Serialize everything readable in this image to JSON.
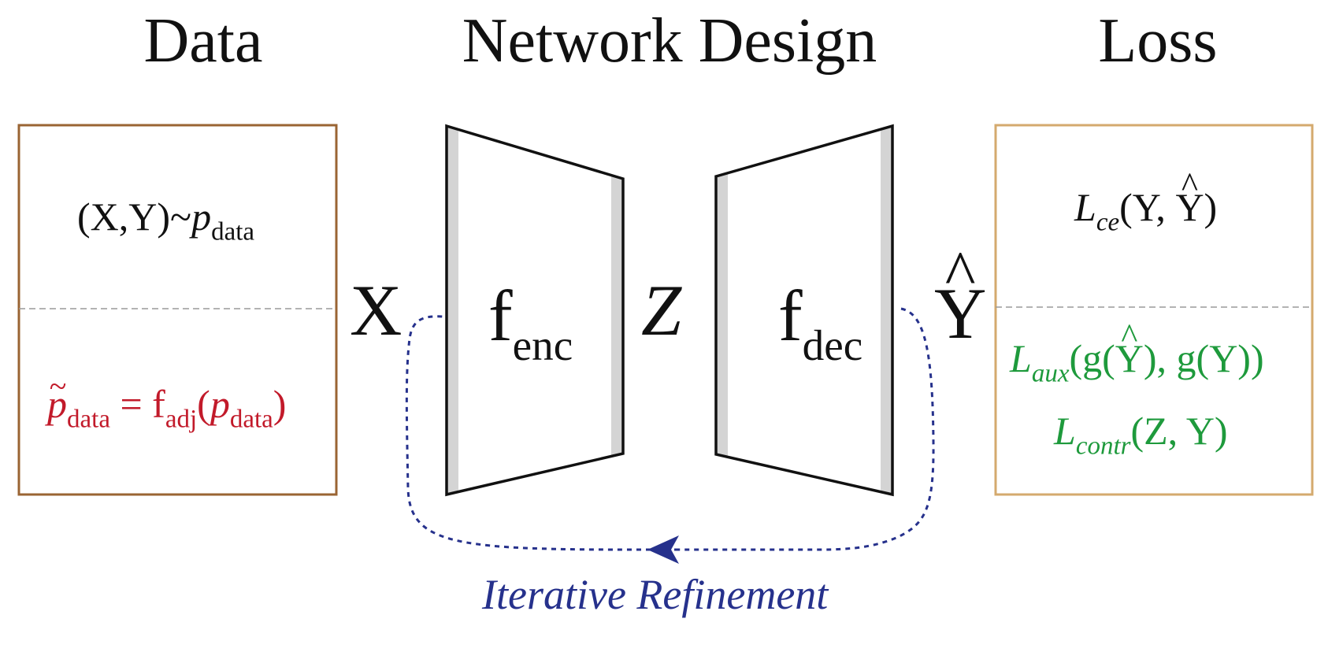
{
  "headings": {
    "data": "Data",
    "network": "Network Design",
    "loss": "Loss"
  },
  "data_box": {
    "sampling_prefix": "(X,Y)~",
    "p": "p",
    "data_sub": "data",
    "adj_tilde": "~",
    "adj_p": "p",
    "adj_data_sub": "data",
    "adj_eq": " = f",
    "adj_sub": "adj",
    "adj_open": "(",
    "adj_p2": "p",
    "adj_data_sub2": "data",
    "adj_close": ")"
  },
  "network": {
    "input": "X",
    "latent": "Z",
    "output": "Y",
    "output_hat": "^",
    "encoder": "f",
    "encoder_sub": "enc",
    "decoder": "f",
    "decoder_sub": "dec",
    "refinement_label": "Iterative Refinement"
  },
  "loss_box": {
    "ce_L": "L",
    "ce_sub": "ce",
    "ce_args_open": "(Y, ",
    "ce_hat_Y": "Y",
    "ce_hat": "^",
    "ce_close": ")",
    "aux_L": "L",
    "aux_sub": "aux",
    "aux_args_open": "(g(",
    "aux_hat_Y": "Y",
    "aux_hat": "^",
    "aux_args_close": "), g(Y))",
    "contr_L": "L",
    "contr_sub": "contr",
    "contr_args": "(Z, Y)"
  },
  "colors": {
    "data_box_border": "#9a6433",
    "loss_box_border": "#d4aa6e",
    "adjustment_text": "#c21a2a",
    "aux_loss_text": "#1e9a3c",
    "refinement_arrow": "#26318c",
    "trapezoid_shading": "#d4d4d4",
    "dashed_divider": "#9a9a9a"
  }
}
